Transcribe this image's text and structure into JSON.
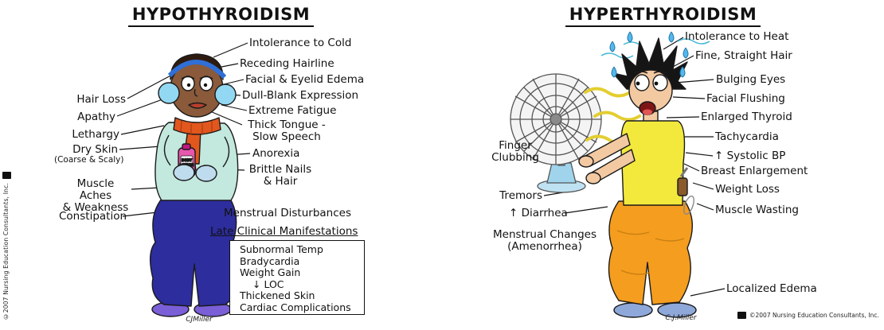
{
  "hypo": {
    "title": "HYPOTHYROIDISM",
    "right_labels": {
      "intolerance_cold": "Intolerance to Cold",
      "receding_hairline": "Receding Hairline",
      "facial_eyelid_edema": "Facial & Eyelid Edema",
      "dull_blank": "Dull-Blank Expression",
      "extreme_fatigue": "Extreme Fatigue",
      "thick_tongue": "Thick Tongue -\nSlow Speech",
      "anorexia": "Anorexia",
      "brittle_nails": "Brittle Nails\n& Hair",
      "menstrual": "Menstrual Disturbances"
    },
    "left_labels": {
      "hair_loss": "Hair Loss",
      "apathy": "Apathy",
      "lethargy": "Lethargy",
      "dry_skin": "Dry Skin",
      "dry_skin_note": "(Coarse & Scaly)",
      "muscle_aches": "Muscle Aches\n& Weakness",
      "constipation": "Constipation"
    },
    "late_box": {
      "title": "Late Clinical Manifestations",
      "items": [
        "Subnormal Temp",
        "Bradycardia",
        "Weight Gain",
        "↓ LOC",
        "Thickened Skin",
        "Cardiac Complications"
      ]
    },
    "lotion": {
      "line1": "BODY",
      "line2": "LOTION"
    },
    "signature": "CJMiller",
    "copyright": "©2007 Nursing Education Consultants, Inc."
  },
  "hyper": {
    "title": "HYPERTHYROIDISM",
    "right_labels": {
      "intolerance_heat": "Intolerance to Heat",
      "fine_hair": "Fine, Straight Hair",
      "bulging_eyes": "Bulging Eyes",
      "facial_flushing": "Facial Flushing",
      "enlarged_thyroid": "Enlarged Thyroid",
      "tachycardia": "Tachycardia",
      "systolic_bp": "↑ Systolic BP",
      "breast_enlargement": "Breast Enlargement",
      "weight_loss": "Weight Loss",
      "muscle_wasting": "Muscle Wasting",
      "localized_edema": "Localized Edema"
    },
    "left_labels": {
      "finger_clubbing": "Finger\nClubbing",
      "tremors": "Tremors",
      "diarrhea": "↑ Diarrhea",
      "menstrual_changes": "Menstrual Changes\n(Amenorrhea)"
    },
    "signature": "C.J.Miller",
    "copyright": "©2007 Nursing Education Consultants, Inc."
  },
  "colors": {
    "hypo_skin": "#8a5a3a",
    "earmuffs": "#92d8f2",
    "scarf": "#e2571d",
    "sweater": "#c3e8de",
    "hypo_pants": "#2d2d9e",
    "hypo_shoes": "#7a5fd6",
    "hyper_skin": "#f3c9a2",
    "shirt": "#f3e93c",
    "hyper_pants": "#f59d1f",
    "hyper_shoes": "#8fa8da",
    "sweat": "#54b8ec",
    "streamer": "#e3ce30"
  }
}
